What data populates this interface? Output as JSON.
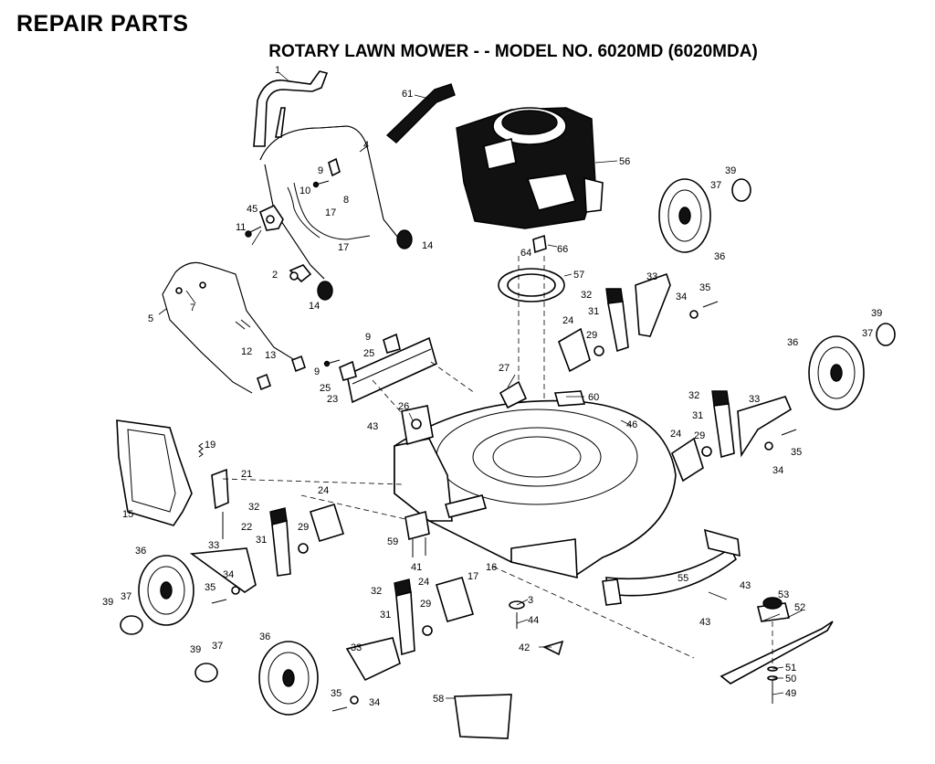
{
  "header": {
    "title": "REPAIR PARTS",
    "subtitle": "ROTARY LAWN MOWER - - MODEL NO. 6020MD (6020MDA)"
  },
  "callouts": [
    {
      "id": "c1",
      "text": "1"
    },
    {
      "id": "c2",
      "text": "2"
    },
    {
      "id": "c3",
      "text": "3"
    },
    {
      "id": "c4",
      "text": "4"
    },
    {
      "id": "c5",
      "text": "5"
    },
    {
      "id": "c7",
      "text": "7"
    },
    {
      "id": "c8",
      "text": "8"
    },
    {
      "id": "c9a",
      "text": "9"
    },
    {
      "id": "c9b",
      "text": "9"
    },
    {
      "id": "c9c",
      "text": "9"
    },
    {
      "id": "c10",
      "text": "10"
    },
    {
      "id": "c11",
      "text": "11"
    },
    {
      "id": "c12",
      "text": "12"
    },
    {
      "id": "c13",
      "text": "13"
    },
    {
      "id": "c14a",
      "text": "14"
    },
    {
      "id": "c14b",
      "text": "14"
    },
    {
      "id": "c15",
      "text": "15"
    },
    {
      "id": "c16",
      "text": "16"
    },
    {
      "id": "c17a",
      "text": "17"
    },
    {
      "id": "c17b",
      "text": "17"
    },
    {
      "id": "c17c",
      "text": "17"
    },
    {
      "id": "c19",
      "text": "19"
    },
    {
      "id": "c21",
      "text": "21"
    },
    {
      "id": "c22",
      "text": "22"
    },
    {
      "id": "c23",
      "text": "23"
    },
    {
      "id": "c24a",
      "text": "24"
    },
    {
      "id": "c24b",
      "text": "24"
    },
    {
      "id": "c24c",
      "text": "24"
    },
    {
      "id": "c24d",
      "text": "24"
    },
    {
      "id": "c25a",
      "text": "25"
    },
    {
      "id": "c25b",
      "text": "25"
    },
    {
      "id": "c26",
      "text": "26"
    },
    {
      "id": "c27",
      "text": "27"
    },
    {
      "id": "c29a",
      "text": "29"
    },
    {
      "id": "c29b",
      "text": "29"
    },
    {
      "id": "c29c",
      "text": "29"
    },
    {
      "id": "c29d",
      "text": "29"
    },
    {
      "id": "c31a",
      "text": "31"
    },
    {
      "id": "c31b",
      "text": "31"
    },
    {
      "id": "c31c",
      "text": "31"
    },
    {
      "id": "c31d",
      "text": "31"
    },
    {
      "id": "c32a",
      "text": "32"
    },
    {
      "id": "c32b",
      "text": "32"
    },
    {
      "id": "c32c",
      "text": "32"
    },
    {
      "id": "c32d",
      "text": "32"
    },
    {
      "id": "c33a",
      "text": "33"
    },
    {
      "id": "c33b",
      "text": "33"
    },
    {
      "id": "c33c",
      "text": "33"
    },
    {
      "id": "c33d",
      "text": "33"
    },
    {
      "id": "c34a",
      "text": "34"
    },
    {
      "id": "c34b",
      "text": "34"
    },
    {
      "id": "c34c",
      "text": "34"
    },
    {
      "id": "c34d",
      "text": "34"
    },
    {
      "id": "c35a",
      "text": "35"
    },
    {
      "id": "c35b",
      "text": "35"
    },
    {
      "id": "c35c",
      "text": "35"
    },
    {
      "id": "c35d",
      "text": "35"
    },
    {
      "id": "c36a",
      "text": "36"
    },
    {
      "id": "c36b",
      "text": "36"
    },
    {
      "id": "c36c",
      "text": "36"
    },
    {
      "id": "c36d",
      "text": "36"
    },
    {
      "id": "c37a",
      "text": "37"
    },
    {
      "id": "c37b",
      "text": "37"
    },
    {
      "id": "c37c",
      "text": "37"
    },
    {
      "id": "c37d",
      "text": "37"
    },
    {
      "id": "c39a",
      "text": "39"
    },
    {
      "id": "c39b",
      "text": "39"
    },
    {
      "id": "c39c",
      "text": "39"
    },
    {
      "id": "c39d",
      "text": "39"
    },
    {
      "id": "c41",
      "text": "41"
    },
    {
      "id": "c42",
      "text": "42"
    },
    {
      "id": "c43a",
      "text": "43"
    },
    {
      "id": "c43b",
      "text": "43"
    },
    {
      "id": "c43c",
      "text": "43"
    },
    {
      "id": "c44",
      "text": "44"
    },
    {
      "id": "c45",
      "text": "45"
    },
    {
      "id": "c46",
      "text": "46"
    },
    {
      "id": "c49",
      "text": "49"
    },
    {
      "id": "c50",
      "text": "50"
    },
    {
      "id": "c51",
      "text": "51"
    },
    {
      "id": "c52",
      "text": "52"
    },
    {
      "id": "c53",
      "text": "53"
    },
    {
      "id": "c55",
      "text": "55"
    },
    {
      "id": "c56",
      "text": "56"
    },
    {
      "id": "c57",
      "text": "57"
    },
    {
      "id": "c58",
      "text": "58"
    },
    {
      "id": "c59",
      "text": "59"
    },
    {
      "id": "c60",
      "text": "60"
    },
    {
      "id": "c61",
      "text": "61"
    },
    {
      "id": "c64",
      "text": "64"
    },
    {
      "id": "c66",
      "text": "66"
    }
  ]
}
